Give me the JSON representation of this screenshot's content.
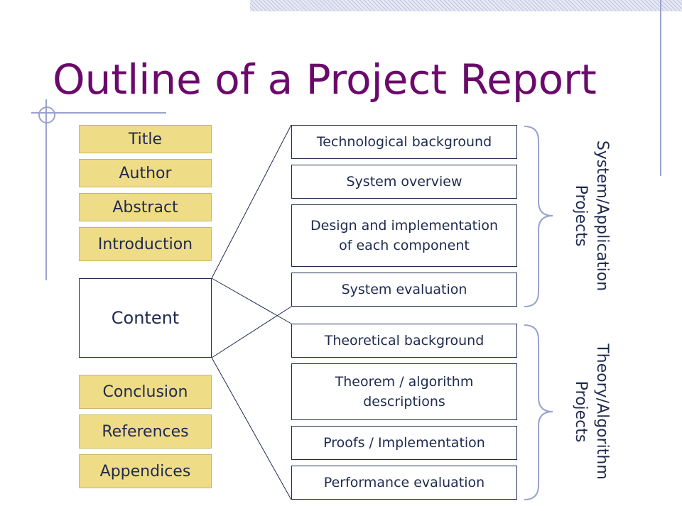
{
  "title": "Outline of a Project Report",
  "left_sections": {
    "title": "Title",
    "author": "Author",
    "abstract": "Abstract",
    "introduction": "Introduction",
    "content": "Content",
    "conclusion": "Conclusion",
    "references": "References",
    "appendices": "Appendices"
  },
  "system_projects": {
    "label_line1": "System/Application",
    "label_line2": "Projects",
    "items": [
      [
        "Technological background"
      ],
      [
        "System overview"
      ],
      [
        "Design and implementation",
        "of each component"
      ],
      [
        "System evaluation"
      ]
    ]
  },
  "theory_projects": {
    "label_line1": "Theory/Algorithm",
    "label_line2": "Projects",
    "items": [
      [
        "Theoretical background"
      ],
      [
        "Theorem / algorithm",
        "descriptions"
      ],
      [
        "Proofs / Implementation"
      ],
      [
        "Performance evaluation"
      ]
    ]
  },
  "colors": {
    "title": "#6b0a6b",
    "section_fill": "#efdc86",
    "text": "#1f2a4f",
    "decoration": "#9aa2cc"
  }
}
